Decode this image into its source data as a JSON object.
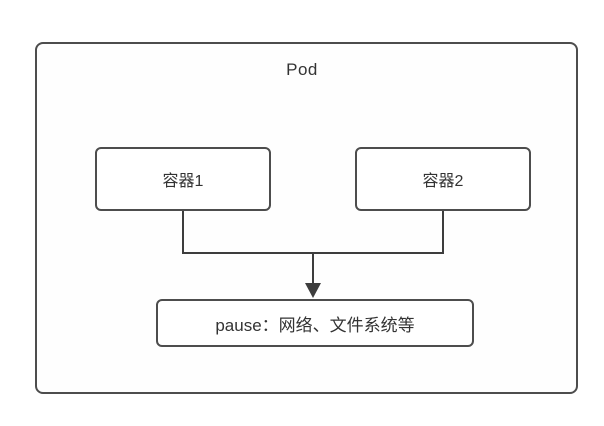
{
  "diagram": {
    "pod_label": "Pod",
    "container1_label": "容器1",
    "container2_label": "容器2",
    "pause_label": "pause：网络、文件系统等",
    "border_color": "#4d4d4d",
    "line_color": "#3d3d3d",
    "text_color": "#333333",
    "background_color": "#ffffff"
  }
}
